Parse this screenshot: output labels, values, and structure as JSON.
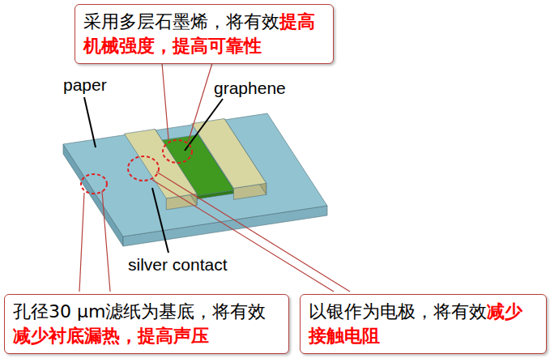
{
  "diagram": {
    "nodes": [
      {
        "text": [
          "采用多层石墨烯，将有效",
          "提高机械强度，提高可靠性"
        ]
      },
      {
        "text": [
          "孔径30 μm滤纸为基底，将有效",
          "减少衬底漏热，提高声压"
        ]
      },
      {
        "text": [
          "以银作为电极，将有效",
          "减少接触电阻"
        ]
      }
    ],
    "labels": [
      "paper",
      "graphene",
      "silver contact"
    ]
  }
}
